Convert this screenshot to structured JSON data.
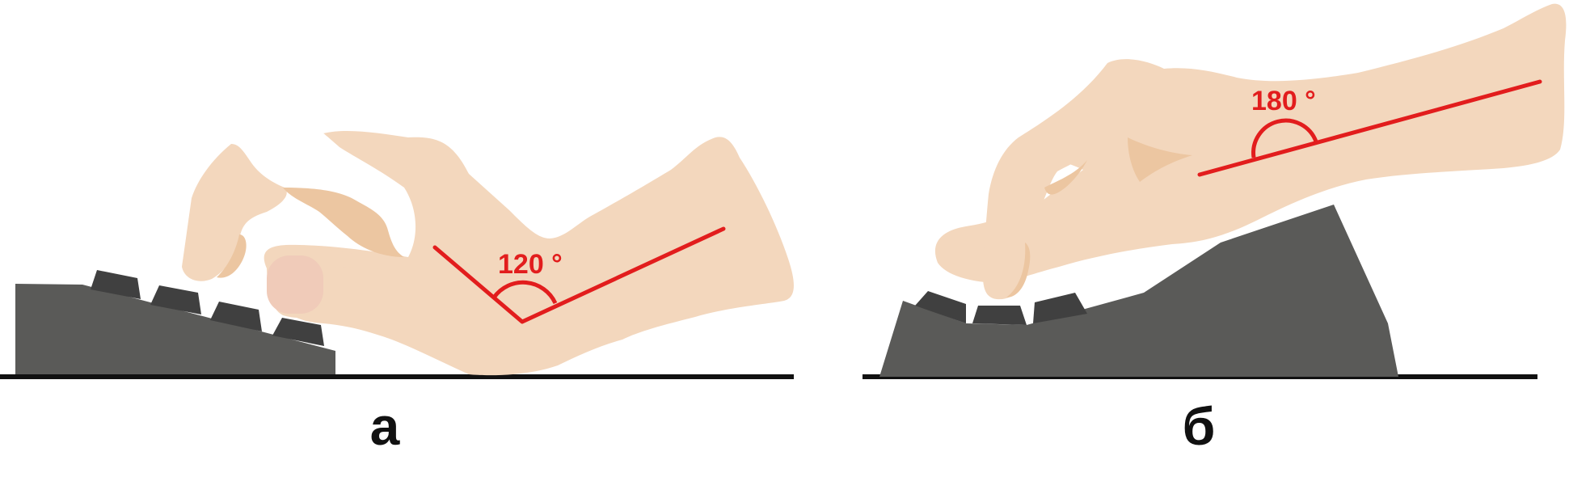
{
  "panels": [
    {
      "label": "а",
      "angle_label": "120 °",
      "angle_degrees": 120,
      "description_icon": "hand-on-flat-keyboard"
    },
    {
      "label": "б",
      "angle_label": "180 °",
      "angle_degrees": 180,
      "description_icon": "hand-on-raised-keyboard"
    }
  ],
  "colors": {
    "skin": "#f3d7bd",
    "skin_shadow": "#ecc6a1",
    "skin_nail": "#f0cbb9",
    "keyboard_body": "#5a5a58",
    "keyboard_keys": "#404040",
    "angle_line": "#e21d1d",
    "floor_line": "#111111",
    "background": "#ffffff"
  }
}
